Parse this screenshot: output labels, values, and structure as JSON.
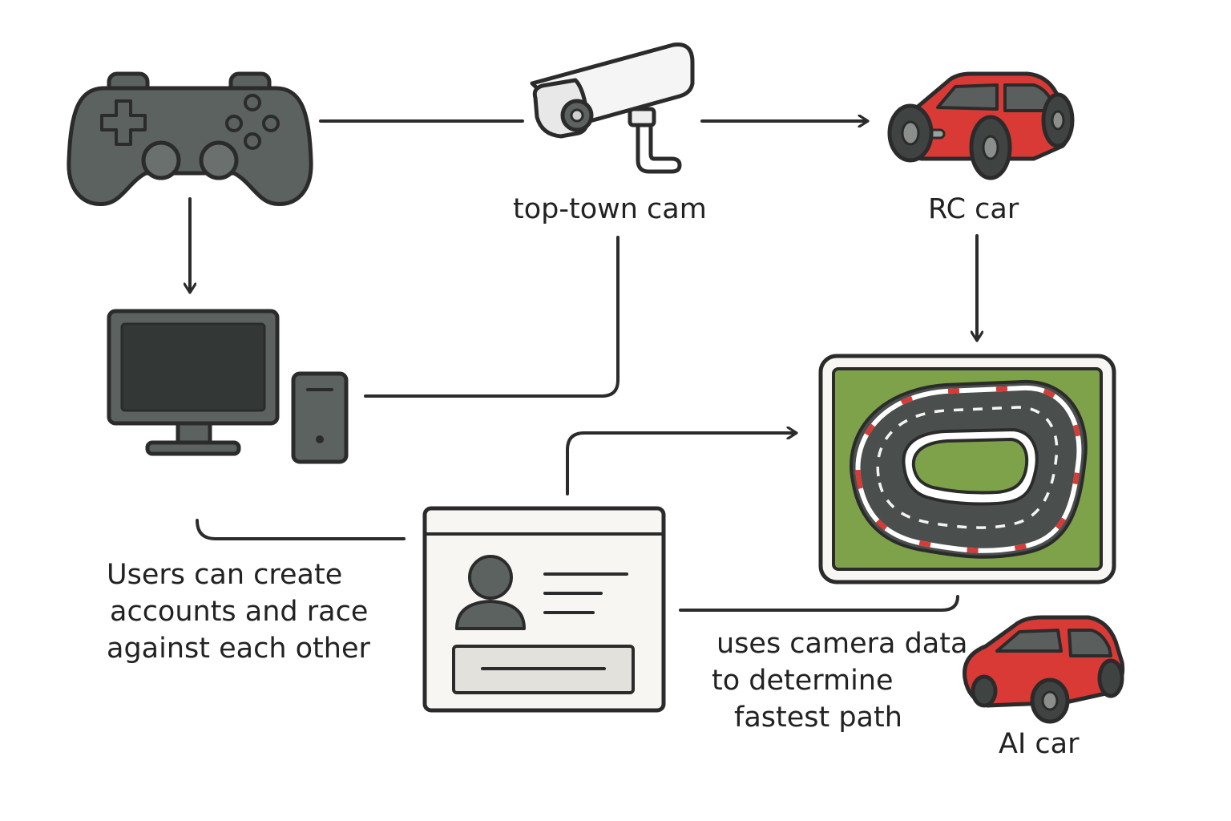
{
  "labels": {
    "camera": "top-town cam",
    "rc_car": "RC car",
    "ai_car": "AI car",
    "users_note": [
      "Users can create",
      "accounts and race",
      "against each other"
    ],
    "ai_note": [
      "uses camera data",
      "to determine",
      "fastest path"
    ]
  },
  "icons": {
    "gamepad": "gamepad-icon",
    "camera": "security-camera-icon",
    "rc_car": "rc-car-icon",
    "computer": "desktop-computer-icon",
    "track": "race-track-icon",
    "profile": "user-profile-card-icon",
    "ai_car": "ai-car-icon"
  },
  "colors": {
    "stroke": "#2b2b2b",
    "device_dark": "#5c625f",
    "car_red": "#d93a35",
    "grass": "#7ea24a",
    "asphalt": "#4a4f4d",
    "paper": "#f2f0ec"
  }
}
